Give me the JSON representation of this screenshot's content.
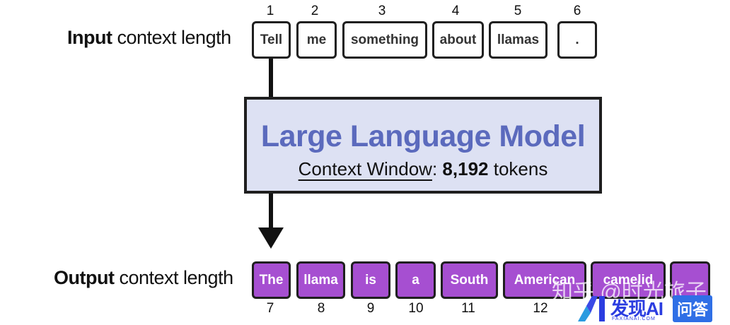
{
  "input_row": {
    "label_bold": "Input",
    "label_rest": " context length",
    "tokens": [
      {
        "text": "Tell",
        "index": "1"
      },
      {
        "text": "me",
        "index": "2"
      },
      {
        "text": "something",
        "index": "3"
      },
      {
        "text": "about",
        "index": "4"
      },
      {
        "text": "llamas",
        "index": "5"
      },
      {
        "text": ".",
        "index": "6"
      }
    ]
  },
  "model": {
    "title": "Large Language Model",
    "window_label": "Context Window",
    "separator": ": ",
    "window_value": "8,192",
    "window_unit": " tokens"
  },
  "output_row": {
    "label_bold": "Output",
    "label_rest": " context length",
    "tokens": [
      {
        "text": "The",
        "index": "7"
      },
      {
        "text": "llama",
        "index": "8"
      },
      {
        "text": "is",
        "index": "9"
      },
      {
        "text": "a",
        "index": "10"
      },
      {
        "text": "South",
        "index": "11"
      },
      {
        "text": "American",
        "index": "12"
      },
      {
        "text": "camelid",
        "index": ""
      },
      {
        "text": "",
        "index": ""
      }
    ]
  },
  "watermark": {
    "text": "知乎 @时光旅子",
    "brand": "发现AI",
    "brand_sub": "FAXIANAI.COM",
    "qa": "问答"
  },
  "colors": {
    "output_token": "#a64fd1",
    "model_fill": "#dde1f3",
    "model_title": "#5b6abd"
  }
}
